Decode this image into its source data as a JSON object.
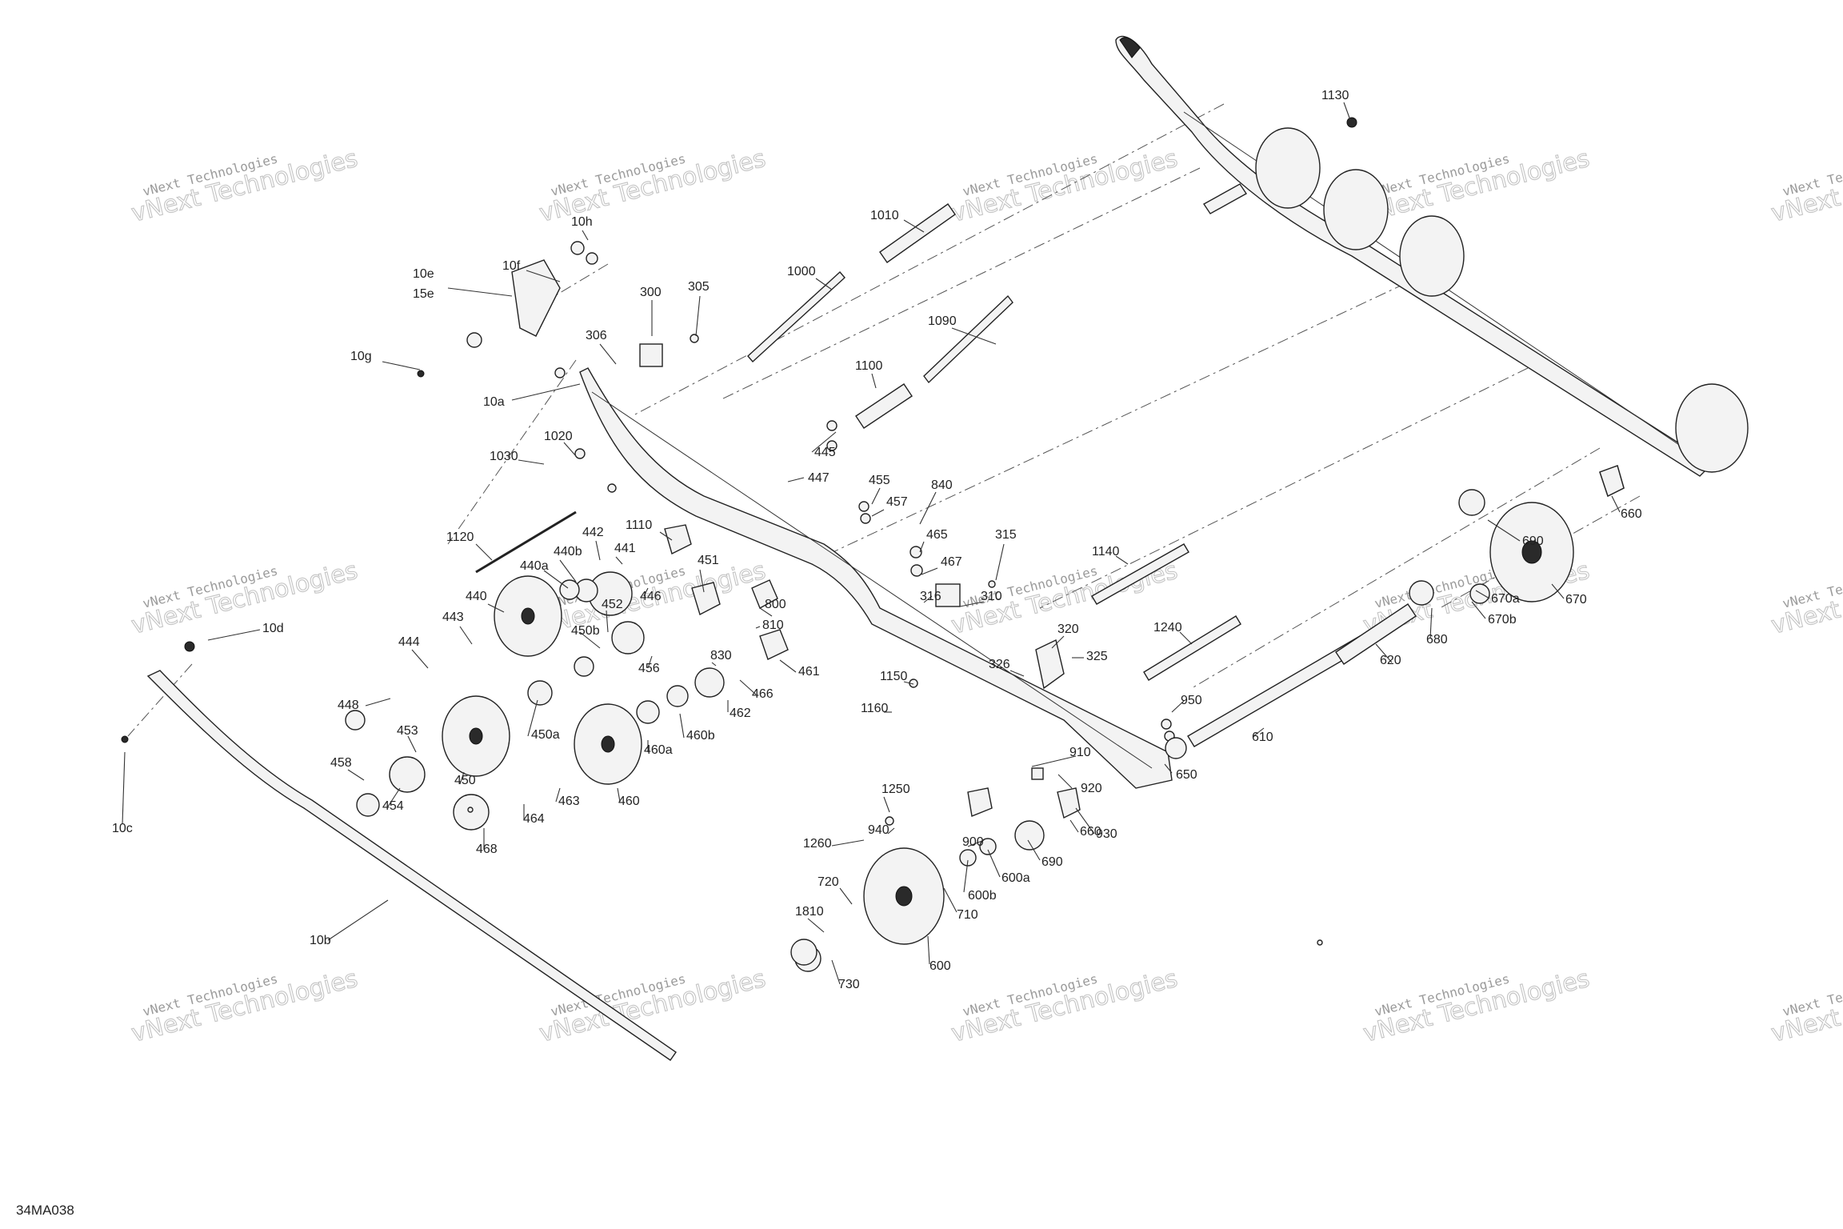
{
  "drawing_code": "34MA038",
  "watermark": {
    "line1": "vNext Technologies",
    "line2": "vNext Technologies"
  },
  "labels": [
    "1130",
    "1010",
    "1000",
    "300",
    "305",
    "10h",
    "10f",
    "10e",
    "15e",
    "10g",
    "306",
    "10a",
    "1090",
    "1100",
    "1020",
    "1030",
    "445",
    "447",
    "455",
    "457",
    "840",
    "465",
    "467",
    "315",
    "1110",
    "1120",
    "442",
    "441",
    "440b",
    "440a",
    "446",
    "451",
    "452",
    "800",
    "810",
    "440",
    "450b",
    "443",
    "444",
    "456",
    "830",
    "461",
    "448",
    "453",
    "450a",
    "462",
    "466",
    "460a",
    "460b",
    "458",
    "454",
    "450",
    "463",
    "464",
    "460",
    "468",
    "10d",
    "10c",
    "10b",
    "316",
    "310",
    "320",
    "325",
    "326",
    "1140",
    "1240",
    "1150",
    "1160",
    "620",
    "610",
    "950",
    "650",
    "910",
    "920",
    "930",
    "660",
    "1250",
    "940",
    "1260",
    "900",
    "690",
    "600a",
    "600b",
    "710",
    "720",
    "1810",
    "730",
    "600",
    "670a",
    "670b",
    "680",
    "670",
    "690",
    "660"
  ],
  "colors": {
    "line": "#222222",
    "fill": "#f3f3f3",
    "watermark": "#bdbdbd"
  }
}
